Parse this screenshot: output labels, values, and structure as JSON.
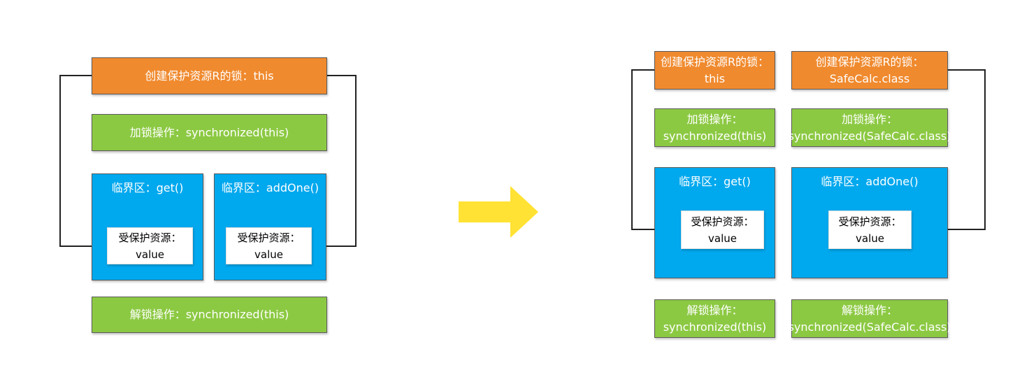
{
  "left": {
    "create_lock": "创建保护资源R的锁：this",
    "lock_op": "加锁操作：synchronized(this)",
    "critical_get": "临界区：get()",
    "critical_add": "临界区：addOne()",
    "resource_label": "受保护资源：",
    "resource_value": "value",
    "unlock_op": "解锁操作：synchronized(this)"
  },
  "right": {
    "create_lock_a_line1": "创建保护资源R的锁：",
    "create_lock_a_line2": "this",
    "create_lock_b_line1": "创建保护资源R的锁：",
    "create_lock_b_line2": "SafeCalc.class",
    "lock_a_line1": "加锁操作：",
    "lock_a_line2": "synchronized(this)",
    "lock_b_line1": "加锁操作：",
    "lock_b_line2": "synchronized(SafeCalc.class)",
    "critical_get": "临界区：get()",
    "critical_add": "临界区：addOne()",
    "resource_label": "受保护资源：",
    "resource_value": "value",
    "unlock_a_line1": "解锁操作：",
    "unlock_a_line2": "synchronized(this)",
    "unlock_b_line1": "解锁操作：",
    "unlock_b_line2": "synchronized(SafeCalc.class)"
  },
  "colors": {
    "orange": "#F08A2E",
    "green": "#8CC943",
    "blue": "#00A8EE",
    "arrow_yellow": "#FFE233"
  },
  "icons": {
    "transition": "arrow-right-icon"
  }
}
